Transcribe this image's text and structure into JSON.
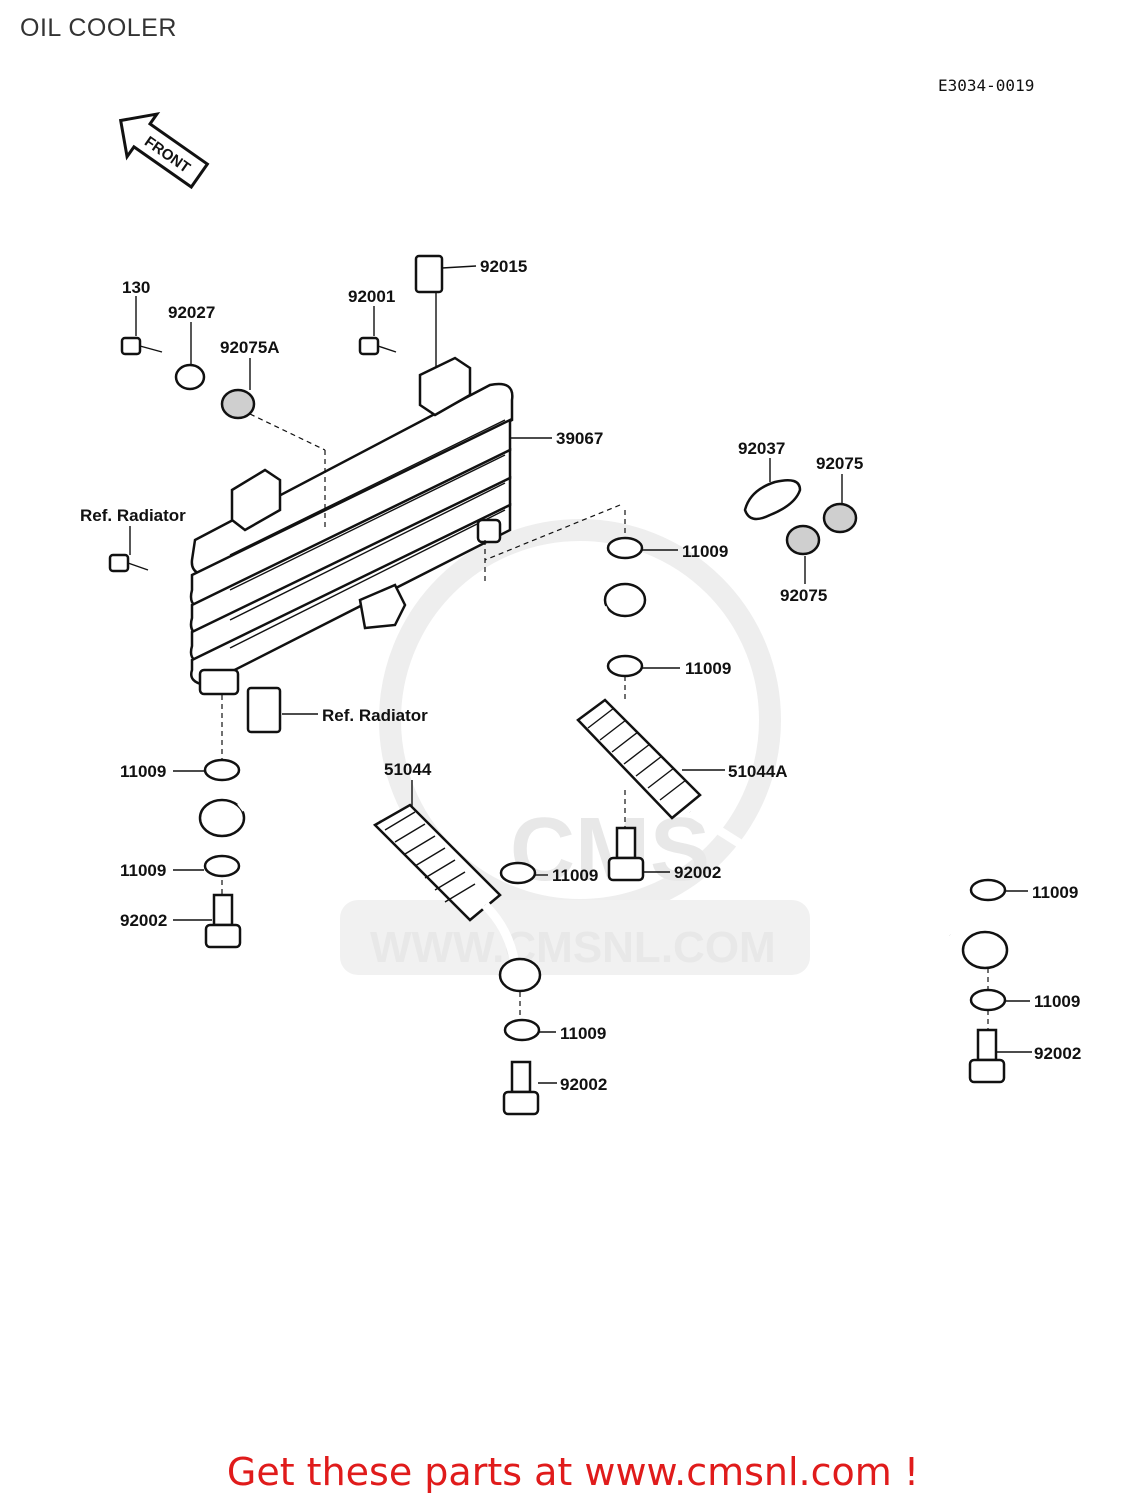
{
  "title": "OIL COOLER",
  "diagram_code": "E3034-0019",
  "front_arrow_label": "FRONT",
  "watermark": {
    "brand": "CMS",
    "url": "WWW.CMSNL.COM"
  },
  "labels": {
    "p130": "130",
    "p92027": "92027",
    "p92075A": "92075A",
    "p92001": "92001",
    "p92015": "92015",
    "p39067": "39067",
    "p92037": "92037",
    "p92075_top": "92075",
    "p92075_bottom": "92075",
    "ref_radiator_top": "Ref. Radiator",
    "ref_radiator_bottom": "Ref. Radiator",
    "p11009_a": "11009",
    "p11009_b": "11009",
    "p11009_c": "11009",
    "p11009_d": "11009",
    "p11009_e": "11009",
    "p11009_f": "11009",
    "p11009_g": "11009",
    "p11009_h": "11009",
    "p51044": "51044",
    "p51044A": "51044A",
    "p92002_a": "92002",
    "p92002_b": "92002",
    "p92002_c": "92002",
    "p92002_d": "92002"
  },
  "footer": "Get these parts at www.cmsnl.com !"
}
